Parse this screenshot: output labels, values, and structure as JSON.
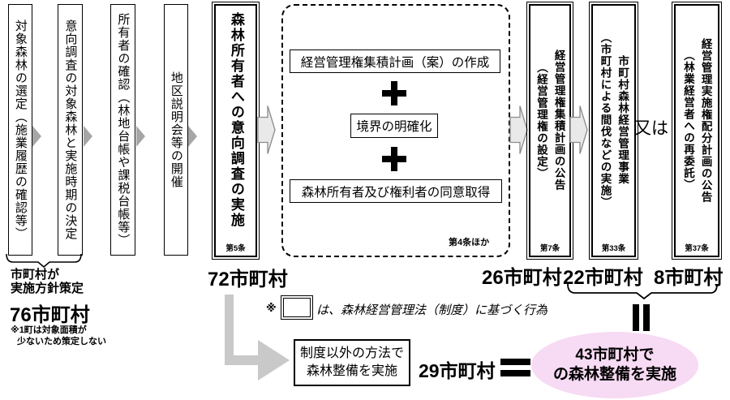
{
  "colors": {
    "pink": "#f7daf3",
    "arrow_gray": "#a6a6a6",
    "block_arrow_fill": "#e9e9e9",
    "block_arrow_stroke": "#8c8c8c",
    "l_arrow": "#c9c9c9"
  },
  "steps": {
    "box1": "対象森林の選定（施業履歴の確認等）",
    "box2": "意向調査の対象森林と実施時期の決定",
    "box3": "所有者の確認（林地台帳や課税台帳等）",
    "box4": "地区説明会等の開催",
    "box5": {
      "label": "森林所有者への意向調査の実施",
      "article": "第5条",
      "count": "72市町村"
    },
    "box6": {
      "label": "経営管理権集積計画の公告\n（経営管理権の設定）",
      "article": "第7条",
      "count": "26市町村"
    },
    "box7": {
      "label": "市町村森林経営管理事業\n（市町村による間伐などの実施）",
      "article": "第33条",
      "count": "22市町村"
    },
    "box8": {
      "label": "経営管理実施権配分計画の公告\n（林業経営者への再委託）",
      "article": "第37条",
      "count": "8市町村"
    },
    "or_label": "又は"
  },
  "process_group": {
    "item_plan": "経営管理権集積計画（案）の作成",
    "item_boundary": "境界の明確化",
    "item_consent": "森林所有者及び権利者の同意取得",
    "article": "第4条ほか"
  },
  "policy_note": {
    "line1": "市町村が",
    "line2": "実施方針策定",
    "count": "76市町村",
    "footnote_line1": "※1町は対象面積が",
    "footnote_line2": "少ないため策定しない"
  },
  "legend": {
    "prefix": "※",
    "text": "は、森林経営管理法（制度）に基づく行為"
  },
  "alternative": {
    "box_label": "制度以外の方法で\n森林整備を実施",
    "count": "29市町村"
  },
  "result": {
    "line1": "43市町村で",
    "line2": "の森林整備を実施"
  }
}
